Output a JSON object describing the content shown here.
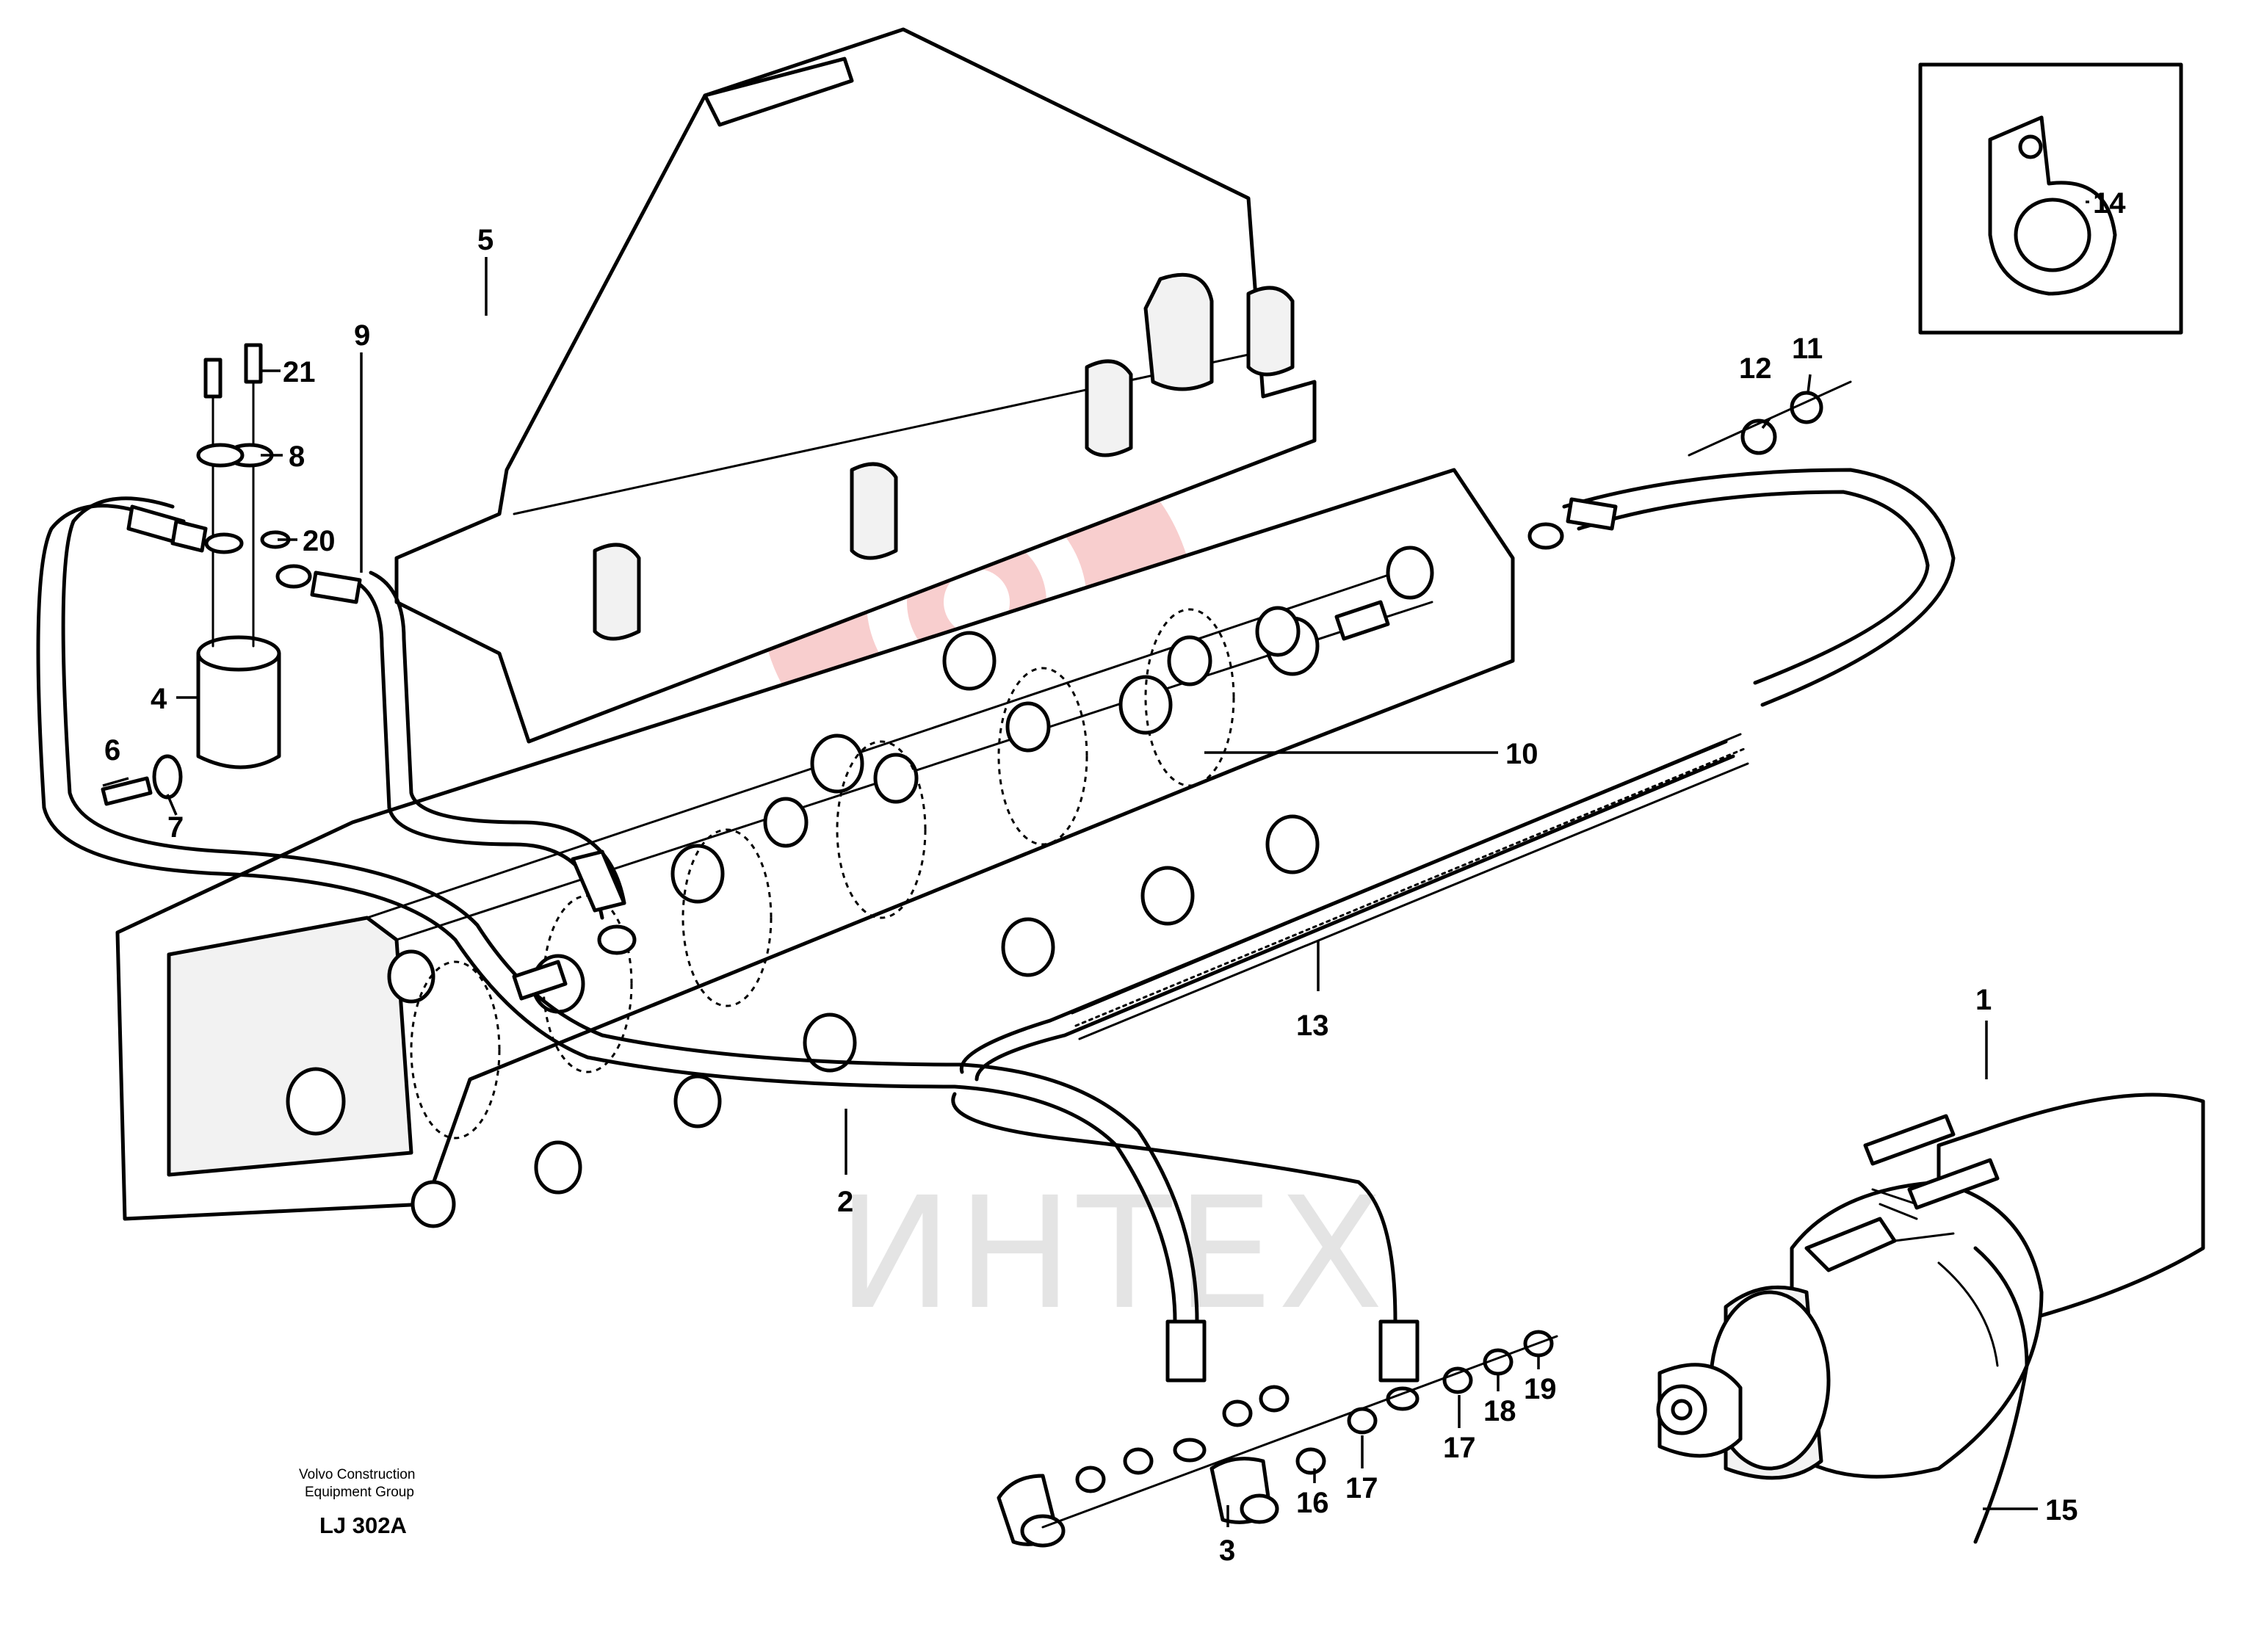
{
  "diagram": {
    "callouts": [
      {
        "id": "1",
        "label": "1"
      },
      {
        "id": "2",
        "label": "2"
      },
      {
        "id": "3",
        "label": "3"
      },
      {
        "id": "4",
        "label": "4"
      },
      {
        "id": "5",
        "label": "5"
      },
      {
        "id": "6",
        "label": "6"
      },
      {
        "id": "7",
        "label": "7"
      },
      {
        "id": "8",
        "label": "8"
      },
      {
        "id": "9",
        "label": "9"
      },
      {
        "id": "10",
        "label": "10"
      },
      {
        "id": "11",
        "label": "11"
      },
      {
        "id": "12",
        "label": "12"
      },
      {
        "id": "13",
        "label": "13"
      },
      {
        "id": "14",
        "label": "14"
      },
      {
        "id": "15",
        "label": "15"
      },
      {
        "id": "16",
        "label": "16"
      },
      {
        "id": "17",
        "label": "17"
      },
      {
        "id": "17b",
        "label": "17"
      },
      {
        "id": "18",
        "label": "18"
      },
      {
        "id": "19",
        "label": "19"
      },
      {
        "id": "20",
        "label": "20"
      },
      {
        "id": "21",
        "label": "21"
      }
    ],
    "credit_line1": "Volvo Construction",
    "credit_line2": "Equipment Group",
    "drawing_code": "LJ 302A",
    "watermark_text": "ИНТЕХ",
    "watermark_color": "#f7c6c6"
  }
}
